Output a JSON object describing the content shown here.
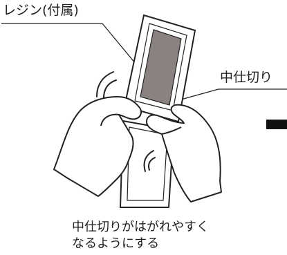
{
  "labels": {
    "resin": "レジン(付属)",
    "divider": "中仕切り"
  },
  "caption": {
    "line1": "中仕切りがはがれやすく",
    "line2": "なるようにする"
  },
  "colors": {
    "resin_fill": "#8a8280",
    "outline": "#222222"
  }
}
